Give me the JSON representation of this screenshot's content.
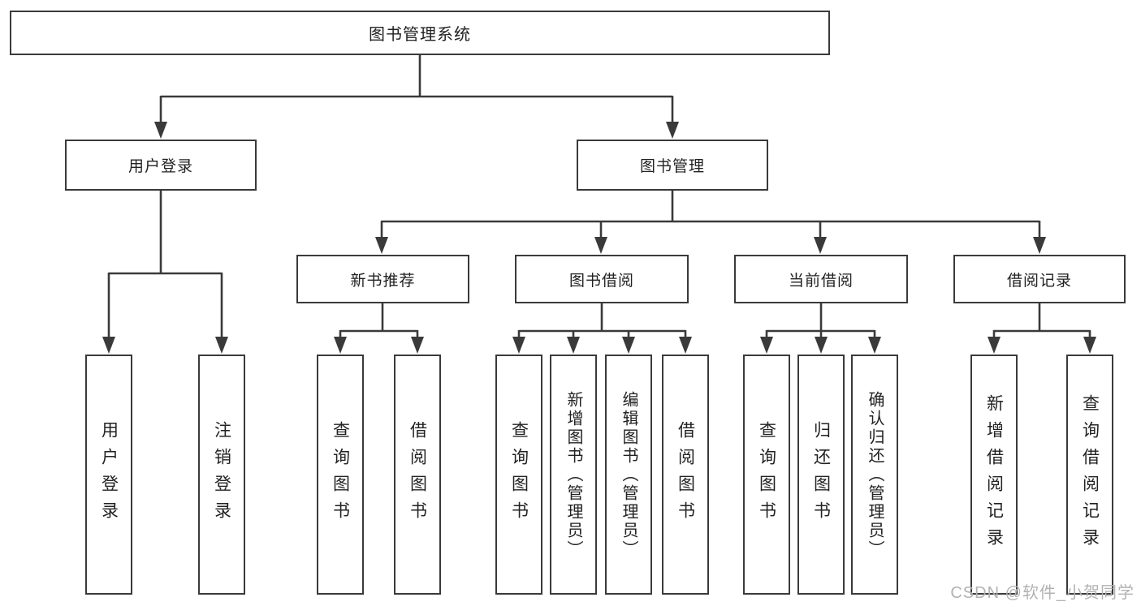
{
  "colors": {
    "line": "#3a3a3a",
    "text": "#222222",
    "background": "#ffffff",
    "watermark": "#b2b2b2"
  },
  "watermark": "CSDN @软件_小贺同学",
  "tree": {
    "root": {
      "label": "图书管理系统"
    },
    "children": [
      {
        "label": "用户登录",
        "leaves": [
          {
            "label": "用户登录"
          },
          {
            "label": "注销登录"
          }
        ]
      },
      {
        "label": "图书管理",
        "children": [
          {
            "label": "新书推荐",
            "leaves": [
              {
                "label": "查询图书"
              },
              {
                "label": "借阅图书"
              }
            ]
          },
          {
            "label": "图书借阅",
            "leaves": [
              {
                "label": "查询图书"
              },
              {
                "label": "新增图书（管理员）"
              },
              {
                "label": "编辑图书（管理员）"
              },
              {
                "label": "借阅图书"
              }
            ]
          },
          {
            "label": "当前借阅",
            "leaves": [
              {
                "label": "查询图书"
              },
              {
                "label": "归还图书"
              },
              {
                "label": "确认归还（管理员）"
              }
            ]
          },
          {
            "label": "借阅记录",
            "leaves": [
              {
                "label": "新增借阅记录"
              },
              {
                "label": "查询借阅记录"
              }
            ]
          }
        ]
      }
    ]
  }
}
